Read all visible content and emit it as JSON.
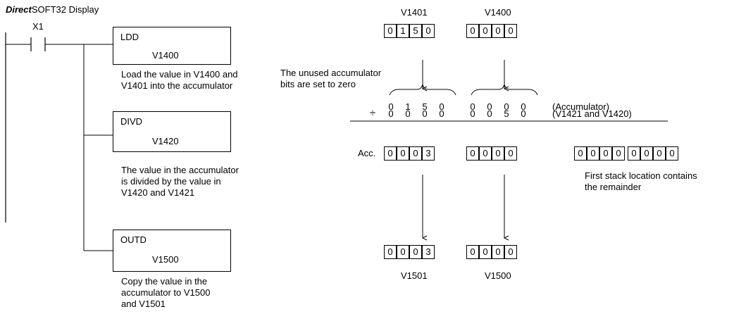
{
  "title": {
    "brand_bold": "Direct",
    "brand_rest": "SOFT32 Display"
  },
  "ladder": {
    "contact": "X1",
    "blocks": [
      {
        "op": "LDD",
        "addr": "V1400",
        "desc": "Load the value in V1400 and\nV1401 into the accumulator"
      },
      {
        "op": "DIVD",
        "addr": "V1420",
        "desc": "The value in the accumulator\nis divided by the value in\nV1420 and V1421"
      },
      {
        "op": "OUTD",
        "addr": "V1500",
        "desc": "Copy the value in the\naccumulator to V1500\nand V1501"
      }
    ]
  },
  "registers_top": {
    "labels": [
      "V1401",
      "V1400"
    ],
    "hi": [
      "0",
      "1",
      "5",
      "0"
    ],
    "lo": [
      "0",
      "0",
      "0",
      "0"
    ]
  },
  "unused_note": "The unused accumulator\nbits are set to zero",
  "accumulator_row": {
    "digits": [
      "0",
      "1",
      "5",
      "0",
      "0",
      "0",
      "0",
      "0"
    ],
    "label": "(Accumulator)"
  },
  "divisor_row": {
    "symbol": "÷",
    "digits": [
      "0",
      "0",
      "0",
      "0",
      "0",
      "0",
      "5",
      "0"
    ],
    "label": "(V1421 and V1420)"
  },
  "result_row": {
    "label": "Acc.",
    "hi": [
      "0",
      "0",
      "0",
      "3"
    ],
    "lo": [
      "0",
      "0",
      "0",
      "0"
    ],
    "stack": [
      "0",
      "0",
      "0",
      "0",
      "0",
      "0",
      "0",
      "0"
    ],
    "stack_note": "First stack location contains\n the remainder"
  },
  "registers_bottom": {
    "labels": [
      "V1501",
      "V1500"
    ],
    "hi": [
      "0",
      "0",
      "0",
      "3"
    ],
    "lo": [
      "0",
      "0",
      "0",
      "0"
    ]
  }
}
